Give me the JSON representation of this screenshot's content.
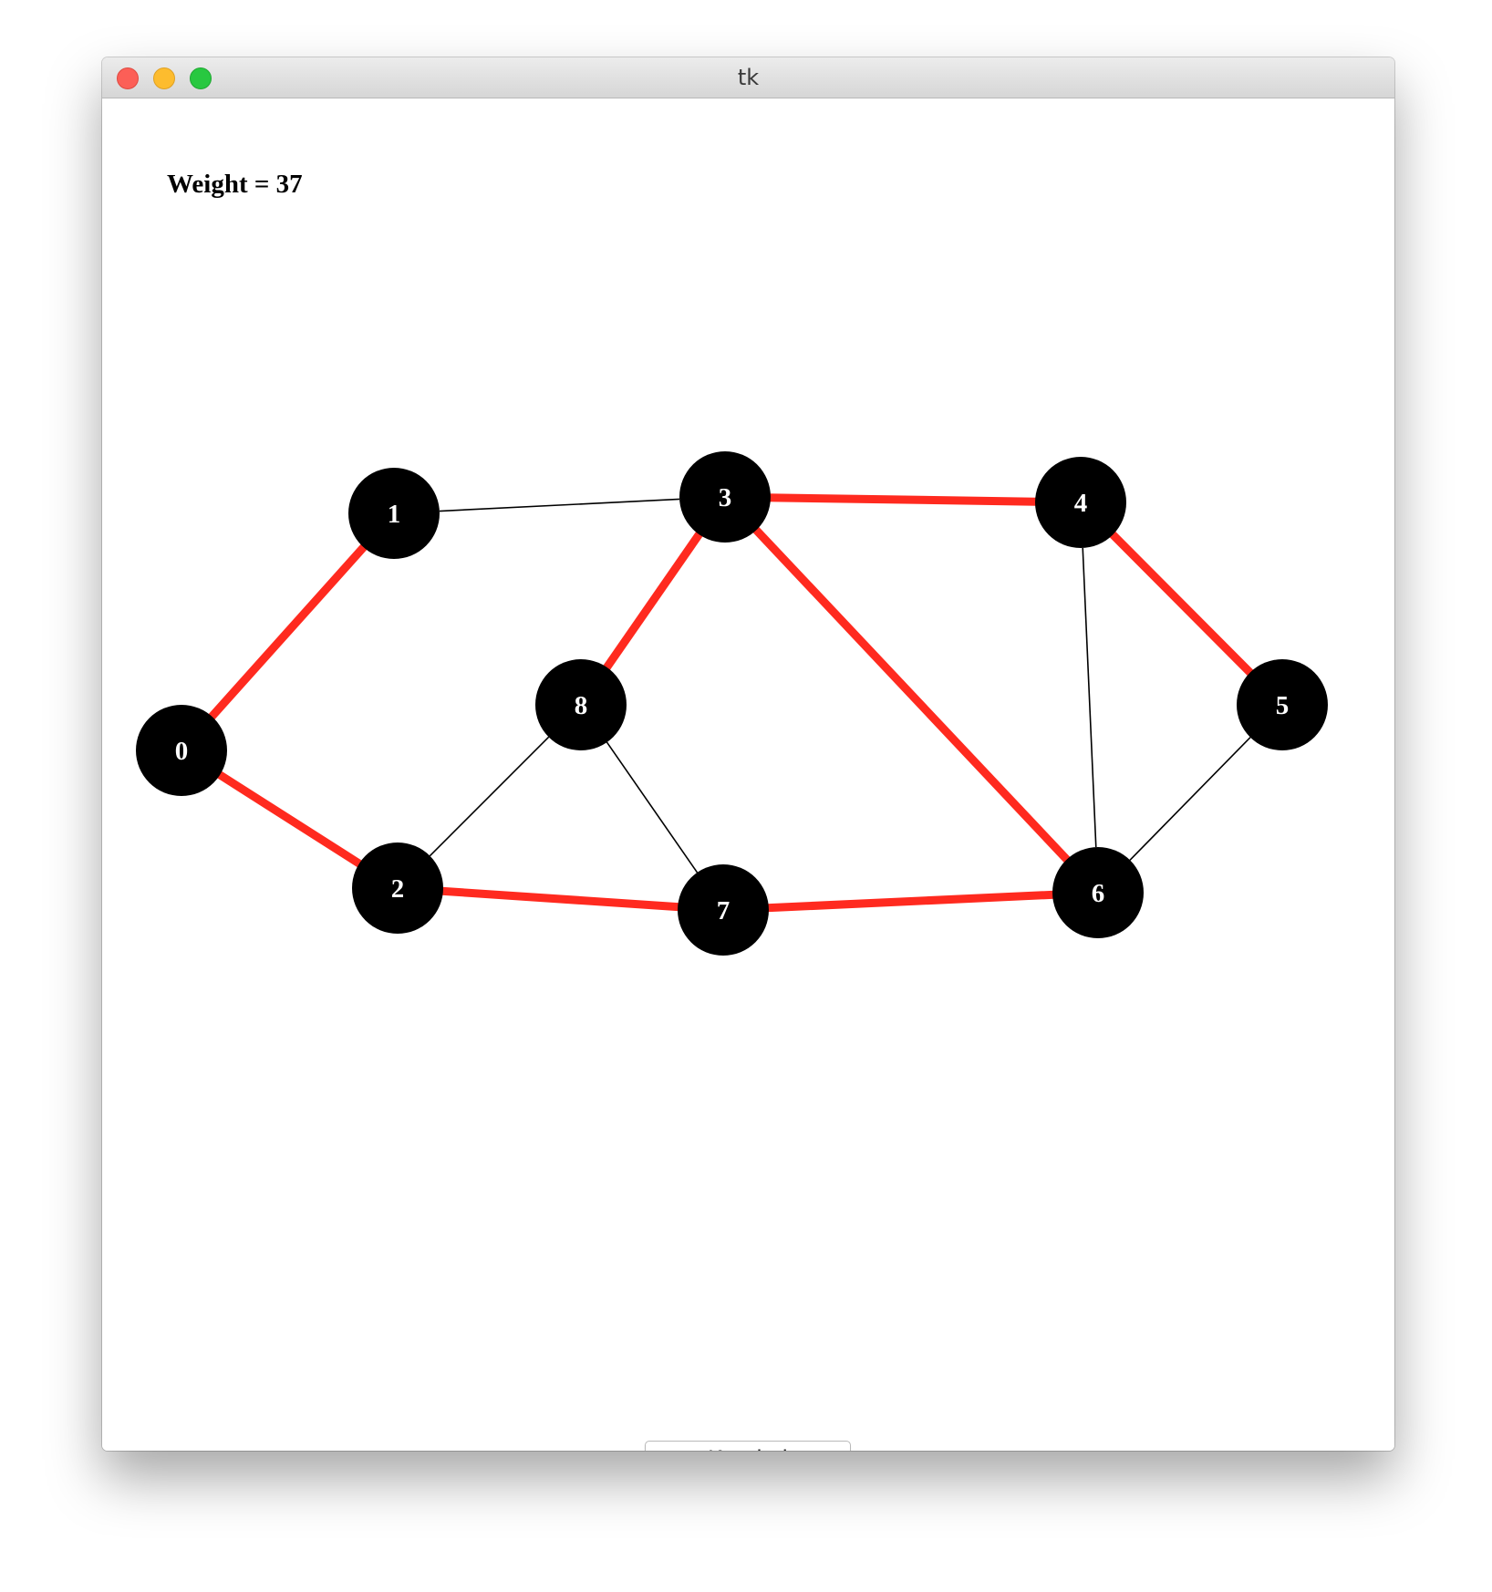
{
  "window": {
    "title": "tk"
  },
  "graph": {
    "weight_text": "Weight = 37",
    "nodes": [
      {
        "label": "0"
      },
      {
        "label": "1"
      },
      {
        "label": "2"
      },
      {
        "label": "3"
      },
      {
        "label": "4"
      },
      {
        "label": "5"
      },
      {
        "label": "6"
      },
      {
        "label": "7"
      },
      {
        "label": "8"
      }
    ],
    "edges": [
      {
        "from": "0",
        "to": "1",
        "in_tree": true
      },
      {
        "from": "0",
        "to": "2",
        "in_tree": true
      },
      {
        "from": "1",
        "to": "3",
        "in_tree": false
      },
      {
        "from": "2",
        "to": "7",
        "in_tree": true
      },
      {
        "from": "2",
        "to": "8",
        "in_tree": false
      },
      {
        "from": "3",
        "to": "4",
        "in_tree": true
      },
      {
        "from": "3",
        "to": "8",
        "in_tree": true
      },
      {
        "from": "3",
        "to": "6",
        "in_tree": true
      },
      {
        "from": "4",
        "to": "5",
        "in_tree": true
      },
      {
        "from": "4",
        "to": "6",
        "in_tree": false
      },
      {
        "from": "5",
        "to": "6",
        "in_tree": false
      },
      {
        "from": "7",
        "to": "6",
        "in_tree": true
      },
      {
        "from": "8",
        "to": "7",
        "in_tree": false
      }
    ]
  },
  "colors": {
    "node_fill": "#000000",
    "node_text": "#ffffff",
    "tree_edge": "#ff2a1f",
    "normal_edge": "#000000"
  },
  "controls": {
    "kruskal_label": "Kruskal"
  }
}
